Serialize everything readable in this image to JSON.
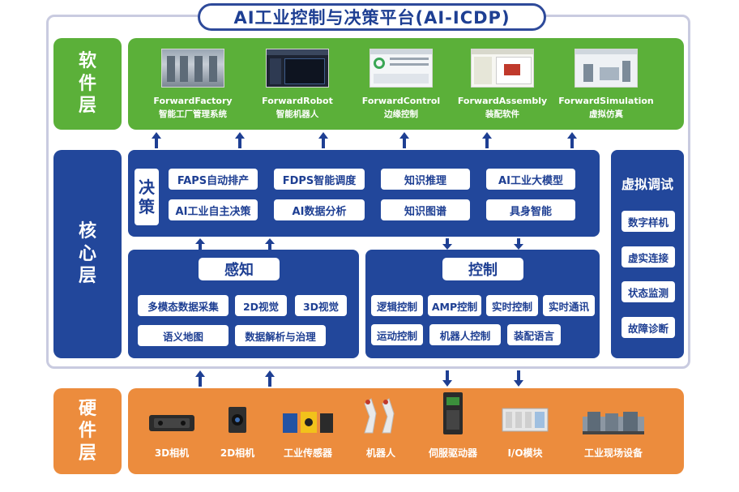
{
  "title": "AI工业控制与决策平台(AI-ICDP)",
  "layers": {
    "software": {
      "label": [
        "软",
        "件",
        "层"
      ]
    },
    "core": {
      "label": [
        "核",
        "心",
        "层"
      ]
    },
    "hardware": {
      "label": [
        "硬",
        "件",
        "层"
      ]
    }
  },
  "software_items": [
    {
      "name": "ForwardFactory",
      "desc": "智能工厂管理系统"
    },
    {
      "name": "ForwardRobot",
      "desc": "智能机器人"
    },
    {
      "name": "ForwardControl",
      "desc": "边缘控制"
    },
    {
      "name": "ForwardAssembly",
      "desc": "装配软件"
    },
    {
      "name": "ForwardSimulation",
      "desc": "虚拟仿真"
    }
  ],
  "decision": {
    "label": [
      "决",
      "策"
    ],
    "items": [
      "FAPS自动排产",
      "FDPS智能调度",
      "知识推理",
      "AI工业大模型",
      "AI工业自主决策",
      "AI数据分析",
      "知识图谱",
      "具身智能"
    ]
  },
  "perception": {
    "title": "感知",
    "items": [
      "多模态数据采集",
      "2D视觉",
      "3D视觉",
      "语义地图",
      "数据解析与治理"
    ]
  },
  "control": {
    "title": "控制",
    "items": [
      "逻辑控制",
      "AMP控制",
      "实时控制",
      "实时通讯",
      "运动控制",
      "机器人控制",
      "装配语言"
    ]
  },
  "virtual_debug": {
    "title": "虚拟调试",
    "items": [
      "数字样机",
      "虚实连接",
      "状态监测",
      "故障诊断"
    ]
  },
  "hardware_items": [
    {
      "label": "3D相机",
      "icon": "3d-camera-icon"
    },
    {
      "label": "2D相机",
      "icon": "2d-camera-icon"
    },
    {
      "label": "工业传感器",
      "icon": "industrial-sensor-icon"
    },
    {
      "label": "机器人",
      "icon": "robot-arm-icon"
    },
    {
      "label": "伺服驱动器",
      "icon": "servo-drive-icon"
    },
    {
      "label": "I/O模块",
      "icon": "io-module-icon"
    },
    {
      "label": "工业现场设备",
      "icon": "field-equipment-icon"
    }
  ],
  "colors": {
    "green": "#5bb039",
    "blue": "#22479b",
    "orange": "#ec8c3d",
    "title_text": "#1e3f93"
  }
}
